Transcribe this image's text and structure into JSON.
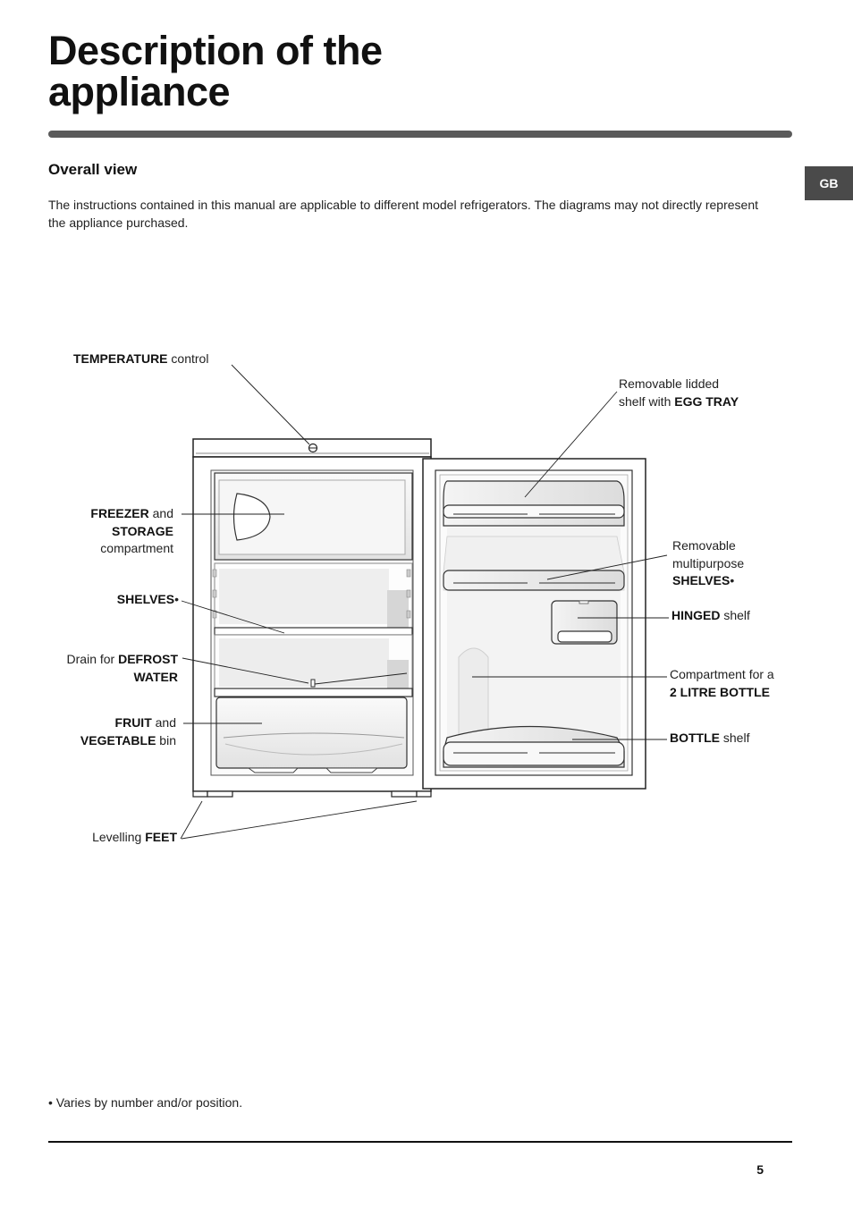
{
  "page": {
    "title_line1": "Description of the",
    "title_line2": "appliance",
    "section_title": "Overall view",
    "intro": "The instructions contained in this manual are applicable to different model refrigerators. The diagrams may not directly represent the appliance purchased.",
    "lang_tab": "GB",
    "footnote_bullet": "•",
    "footnote_text": "Varies by number and/or position.",
    "page_number": "5"
  },
  "labels": {
    "temperature": {
      "bold": "TEMPERATURE",
      "rest": " control"
    },
    "freezer": {
      "bold1": "FREEZER",
      "mid": " and",
      "bold2": "STORAGE",
      "rest": "compartment"
    },
    "shelves": {
      "bold": "SHELVES",
      "mark": "•"
    },
    "defrost": {
      "pre": "Drain for ",
      "bold1": "DEFROST",
      "bold2": "WATER"
    },
    "fruit": {
      "bold1": "FRUIT",
      "mid": " and",
      "bold2": "VEGETABLE",
      "rest": " bin"
    },
    "feet": {
      "pre": "Levelling ",
      "bold": "FEET"
    },
    "egg_tray": {
      "line1": "Removable lidded",
      "pre": "shelf with ",
      "bold": "EGG TRAY"
    },
    "multipurpose": {
      "line1": "Removable",
      "line2": "multipurpose",
      "bold": "SHELVES",
      "mark": "•"
    },
    "hinged": {
      "bold": "HINGED",
      "rest": " shelf"
    },
    "bottle_compartment": {
      "line1": "Compartment for a",
      "bold": "2 LITRE BOTTLE"
    },
    "bottle_shelf": {
      "bold": "BOTTLE",
      "rest": " shelf"
    }
  },
  "colors": {
    "title_rule": "#5a5a5a",
    "lang_tab": "#4a4a4a",
    "panel_shade": "#e8e8e8"
  }
}
